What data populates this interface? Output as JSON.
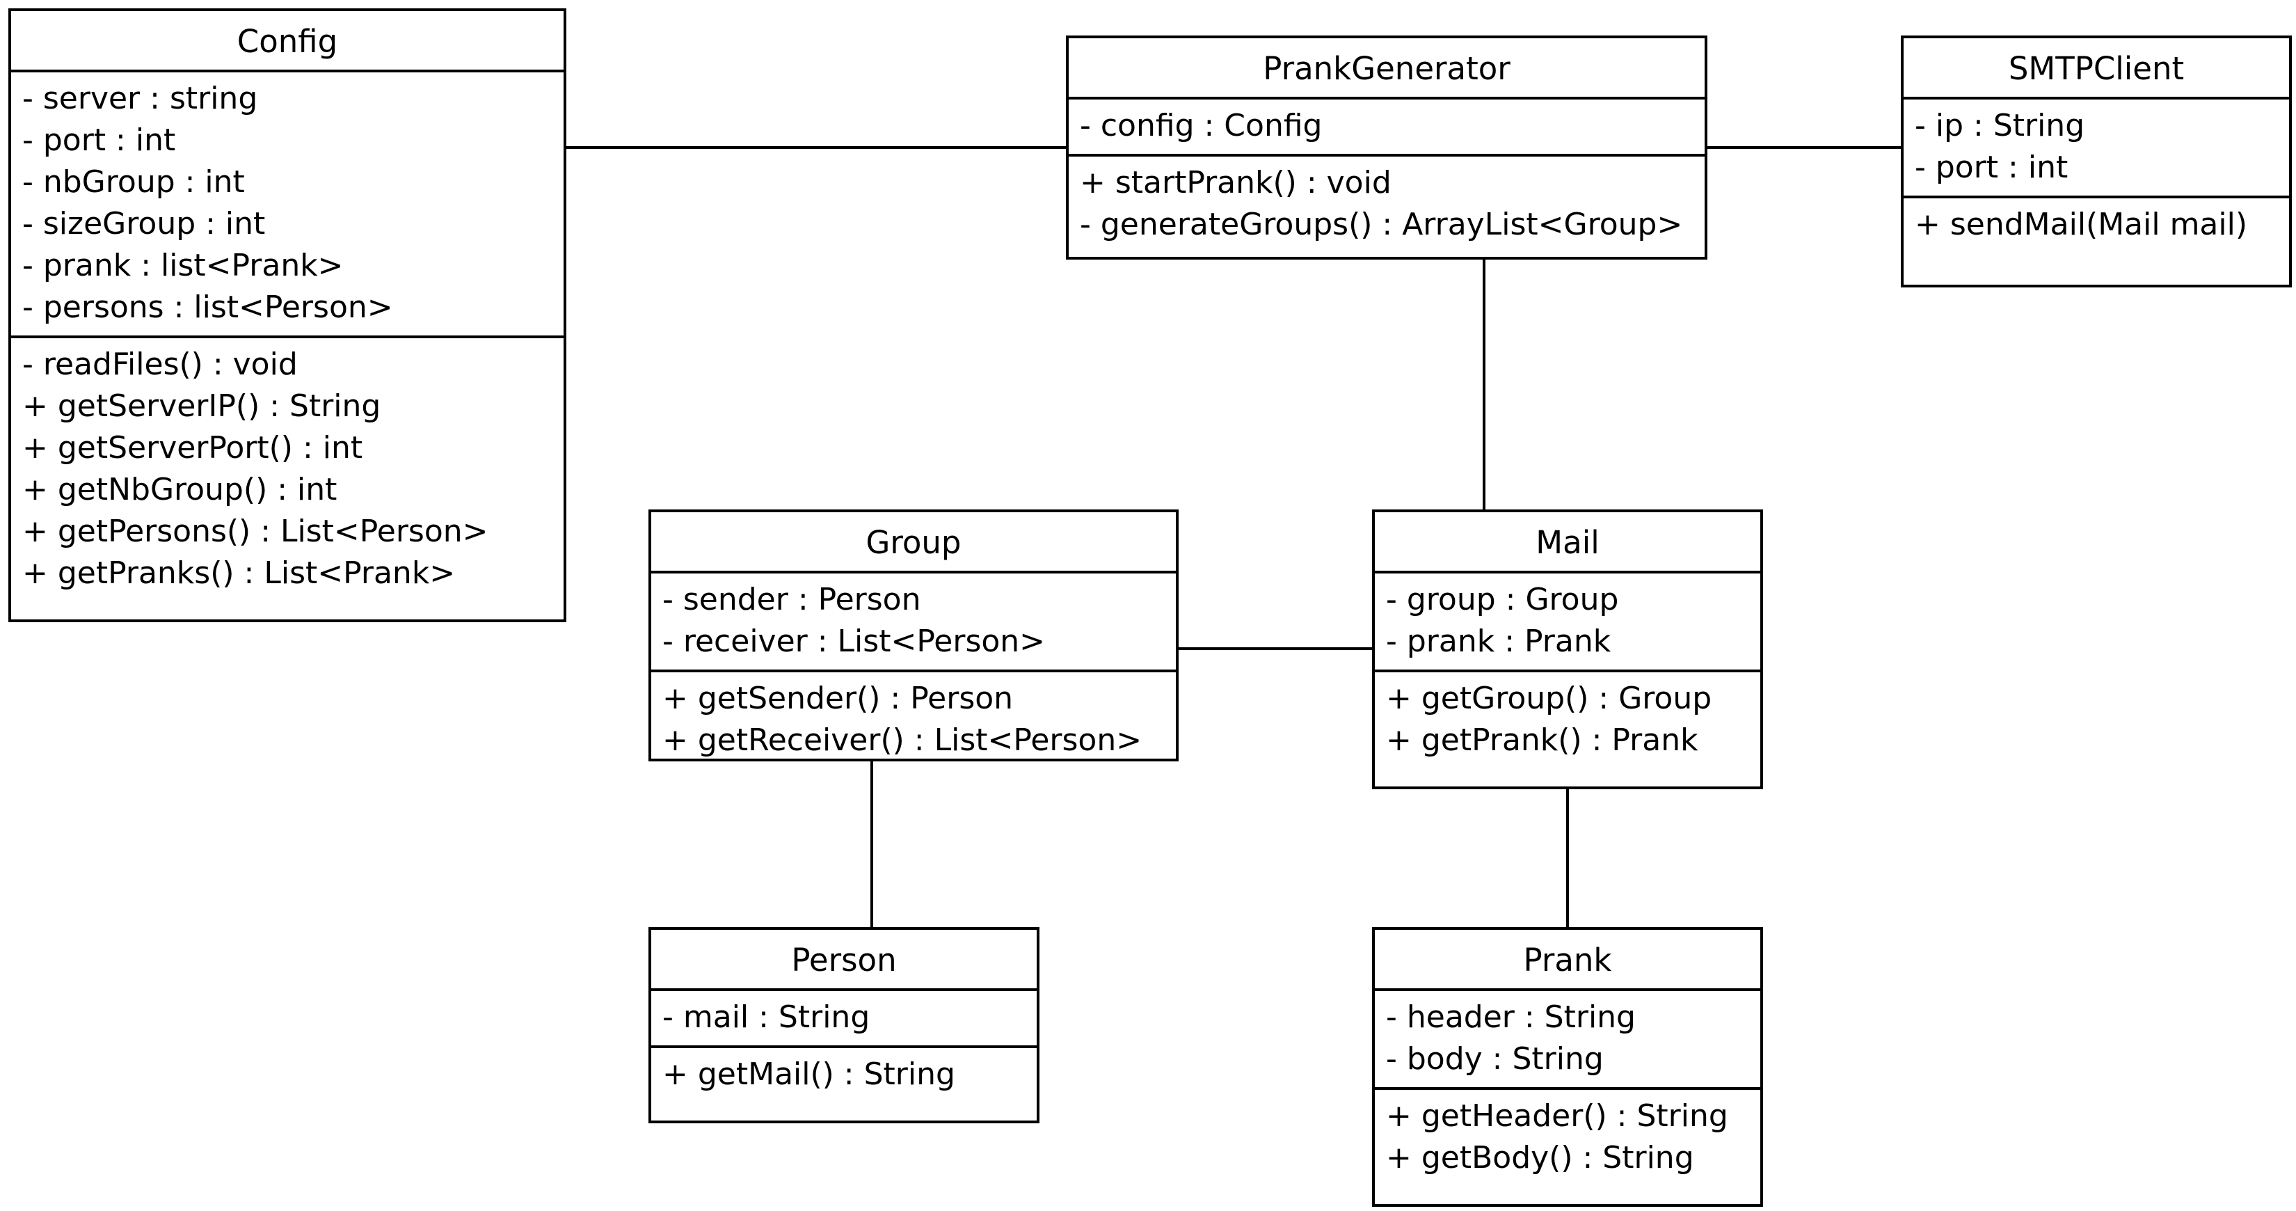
{
  "diagram": {
    "classes": [
      {
        "id": "config",
        "name": "Config",
        "fields": [
          "- server : string",
          "- port : int",
          "- nbGroup : int",
          "- sizeGroup : int",
          "- prank : list<Prank>",
          "- persons : list<Person>"
        ],
        "methods": [
          "- readFiles() : void",
          "+ getServerIP() : String",
          "+ getServerPort() : int",
          "+ getNbGroup() : int",
          "+ getPersons() : List<Person>",
          "+ getPranks() : List<Prank>"
        ]
      },
      {
        "id": "prankgenerator",
        "name": "PrankGenerator",
        "fields": [
          "- config : Config"
        ],
        "methods": [
          "+ startPrank() : void",
          "- generateGroups() : ArrayList<Group>"
        ]
      },
      {
        "id": "smtpclient",
        "name": "SMTPClient",
        "fields": [
          "- ip : String",
          "- port : int"
        ],
        "methods": [
          "+ sendMail(Mail mail)"
        ]
      },
      {
        "id": "group",
        "name": "Group",
        "fields": [
          "- sender : Person",
          "- receiver : List<Person>"
        ],
        "methods": [
          "+ getSender() : Person",
          "+ getReceiver() : List<Person>"
        ]
      },
      {
        "id": "mail",
        "name": "Mail",
        "fields": [
          "- group : Group",
          "- prank : Prank"
        ],
        "methods": [
          "+ getGroup() : Group",
          "+ getPrank() : Prank"
        ]
      },
      {
        "id": "person",
        "name": "Person",
        "fields": [
          "- mail : String"
        ],
        "methods": [
          "+ getMail() : String"
        ]
      },
      {
        "id": "prank",
        "name": "Prank",
        "fields": [
          "- header : String",
          "- body : String"
        ],
        "methods": [
          "+ getHeader() : String",
          "+ getBody() : String"
        ]
      }
    ],
    "associations": [
      {
        "from": "config",
        "to": "prankgenerator"
      },
      {
        "from": "prankgenerator",
        "to": "smtpclient"
      },
      {
        "from": "prankgenerator",
        "to": "mail"
      },
      {
        "from": "group",
        "to": "mail"
      },
      {
        "from": "group",
        "to": "person"
      },
      {
        "from": "mail",
        "to": "prank"
      }
    ]
  }
}
